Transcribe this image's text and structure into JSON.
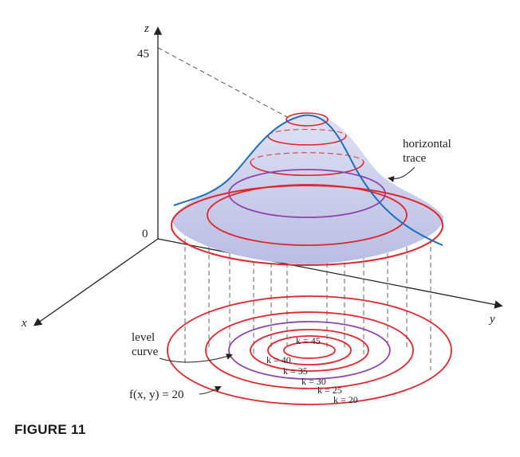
{
  "axes": {
    "x": "x",
    "y": "y",
    "z": "z"
  },
  "ticks": {
    "z_top": "45",
    "origin": "0"
  },
  "annotations": {
    "horizontal_trace_line1": "horizontal",
    "horizontal_trace_line2": "trace",
    "level_curve_line1": "level",
    "level_curve_line2": "curve",
    "equation": "f(x, y) = 20"
  },
  "level_labels": [
    "k = 45",
    "k = 40",
    "k = 35",
    "k = 30",
    "k = 25",
    "k = 20"
  ],
  "caption": "FIGURE 11",
  "colors": {
    "level_curve": "#e0262e",
    "highlight_curve": "#8e44ad",
    "surface_trace": "#1e6fc0",
    "surface_fill": "#c7cbe8",
    "axes": "#222222"
  }
}
